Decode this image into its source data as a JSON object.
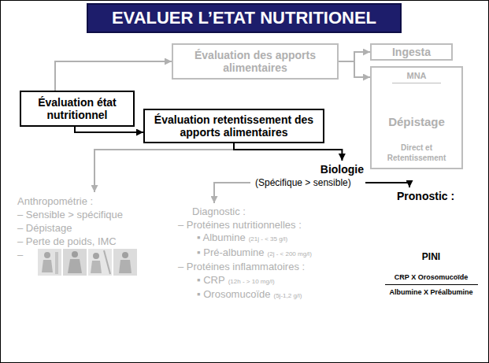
{
  "diagram": {
    "title": "EVALUER L’ETAT NUTRITIONEL",
    "nodes": [
      {
        "text": [
          "Évaluation des apports alimentaires"
        ]
      },
      {
        "text": [
          "Ingesta"
        ]
      },
      {
        "text": [
          "MNA",
          "Dépistage",
          "Direct et Retentissement"
        ]
      },
      {
        "text": [
          "Évaluation état nutritionnel"
        ]
      },
      {
        "text": [
          "Évaluation retentissement des apports alimentaires"
        ]
      },
      {
        "text": [
          "Anthropométrie :",
          "– Sensible > spécifique",
          "– Dépistage",
          "– Perte de poids, IMC",
          "–"
        ]
      },
      {
        "text": [
          "Biologie",
          "(Spécifique > sensible)"
        ]
      },
      {
        "text": [
          "Diagnostic :",
          "– Protéines nutritionnelles :",
          "▪ Albumine",
          "(21j - < 35 g/l)",
          "▪ Pré-albumine",
          "(2j - < 200 mg/l)",
          "– Protéines inflammatoires :",
          "▪ CRP",
          "(12h - > 10 mg/l)",
          "▪ Orosomucoïde",
          "(5j-1,2 g/l)"
        ]
      },
      {
        "text": [
          "Pronostic :",
          "PINI",
          "CRP X Orosomucoïde",
          "Albumine X Préalbumine"
        ]
      }
    ],
    "edges": [
      {
        "from": 3,
        "to": 0,
        "arrow": "to"
      },
      {
        "from": 0,
        "to": 1,
        "arrow": "to"
      },
      {
        "from": 0,
        "to": 2,
        "arrow": "to"
      },
      {
        "from": 3,
        "to": 4,
        "arrow": "to"
      },
      {
        "from": 4,
        "to": 5,
        "arrow": "to"
      },
      {
        "from": 4,
        "to": 6,
        "arrow": "to"
      },
      {
        "from": 6,
        "to": 7,
        "arrow": "to"
      },
      {
        "from": 6,
        "to": 8,
        "arrow": "to"
      }
    ]
  }
}
